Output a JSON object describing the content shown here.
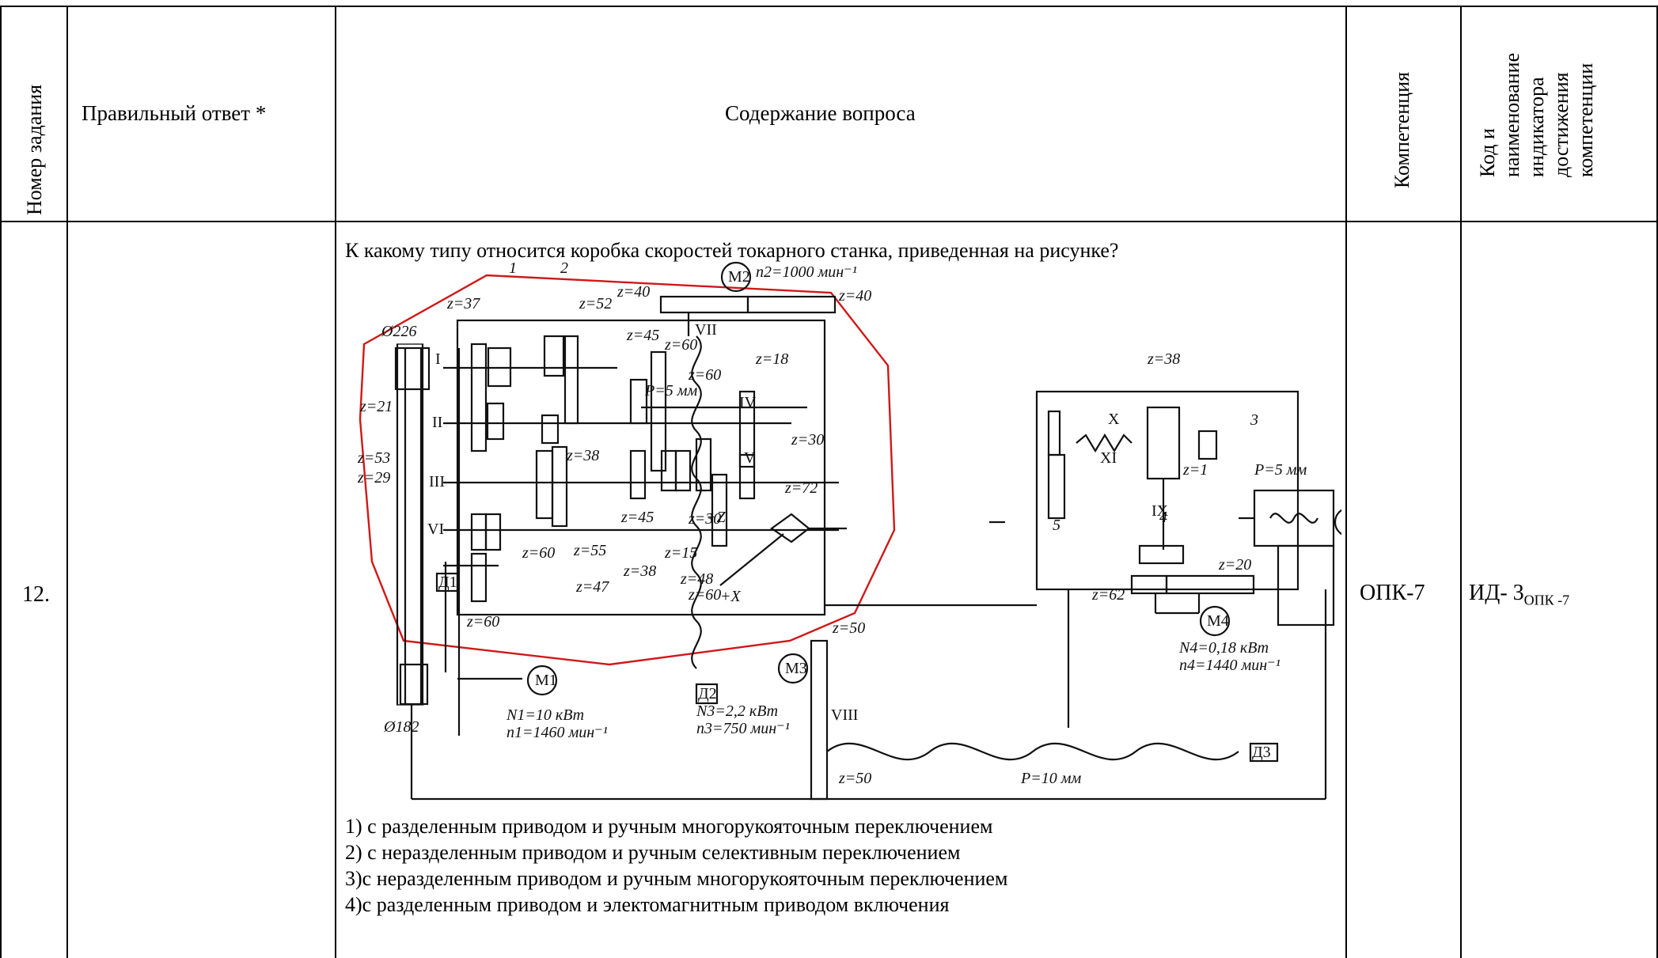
{
  "header": {
    "task_number": "Номер задания",
    "correct_answer": "Правильный ответ *",
    "question_content": "Содержание вопроса",
    "competence": "Компетенция",
    "indicator_lines": [
      "Код и",
      "наименование",
      "индикатора",
      "достижения",
      "компетенции"
    ]
  },
  "row": {
    "number": "12.",
    "question": "К какому типу относится коробка скоростей токарного станка, приведенная на рисунке?",
    "options": [
      "1) с разделенным приводом и ручным многорукояточным переключением",
      "2) с неразделенным приводом и ручным селективным переключением",
      "3)с неразделенным приводом и ручным многорукояточным переключением",
      "4)с разделенным приводом и электомагнитным приводом включения"
    ],
    "competence": "ОПК-7",
    "indicator_prefix": "ИД- 3",
    "indicator_sub": "ОПК -7"
  },
  "diagram": {
    "labels": {
      "m1": "М1",
      "m2": "М2",
      "m3": "М3",
      "m4": "М4",
      "m": "М",
      "d1": "Д1",
      "d2": "Д2",
      "d3": "Д3",
      "n1_power": "N1=10 кВт",
      "n1_speed": "n1=1460 мин⁻¹",
      "n2_speed": "n2=1000 мин⁻¹",
      "n3_power": "N3=2,2 кВт",
      "n3_speed": "n3=750 мин⁻¹",
      "n4_power": "N4=0,18 кВт",
      "n4_speed": "n4=1440 мин⁻¹",
      "pulley_top": "Ø226",
      "pulley_bottom": "Ø182",
      "p5": "P=5 мм",
      "p5b": "P=5 мм",
      "p10": "P=10 мм",
      "plus_z": "+Z",
      "plus_x": "+X",
      "shafts": [
        "I",
        "II",
        "III",
        "IV",
        "V",
        "VI",
        "VII",
        "VIII",
        "IX",
        "X",
        "XI"
      ],
      "markers": [
        "1",
        "2",
        "3",
        "4",
        "5"
      ],
      "gears": [
        "z=37",
        "z=52",
        "z=45",
        "z=60",
        "z=60",
        "z=18",
        "z=21",
        "z=53",
        "z=29",
        "z=38",
        "z=30",
        "z=72",
        "z=45",
        "z=30",
        "z=60",
        "z=55",
        "z=47",
        "z=38",
        "z=15",
        "z=48",
        "z=60",
        "z=60",
        "z=40",
        "z=40",
        "z=38",
        "z=1",
        "z=20",
        "z=62",
        "z=50",
        "z=50"
      ]
    },
    "colors": {
      "highlight": "#d01818",
      "ink": "#111111"
    }
  }
}
